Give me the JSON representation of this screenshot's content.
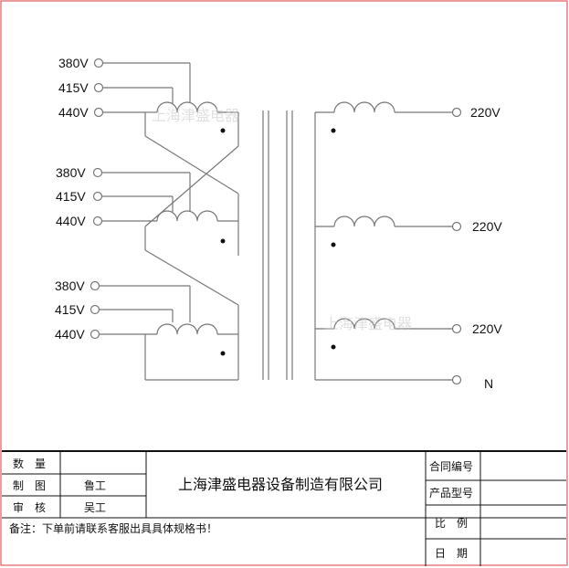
{
  "primary_groups": [
    {
      "taps": [
        "380V",
        "415V",
        "440V"
      ]
    },
    {
      "taps": [
        "380V",
        "415V",
        "440V"
      ]
    },
    {
      "taps": [
        "380V",
        "415V",
        "440V"
      ]
    }
  ],
  "secondary_outputs": [
    "220V",
    "220V",
    "220V",
    "N"
  ],
  "watermark": "上海津盛电器",
  "title_block": {
    "company": "上海津盛电器设备制造有限公司",
    "quantity_label": "数　量",
    "drawn_label": "制　图",
    "drawn_value": "鲁工",
    "review_label": "审　核",
    "review_value": "吴工",
    "note": "备注：下单前请联系客服出具具体规格书！",
    "contract_label": "合同编号",
    "model_label": "产品型号",
    "ratio_label": "比　例",
    "date_label": "日　期"
  },
  "colors": {
    "border": "#e05a5a",
    "line": "#777777",
    "ink": "#111111"
  }
}
